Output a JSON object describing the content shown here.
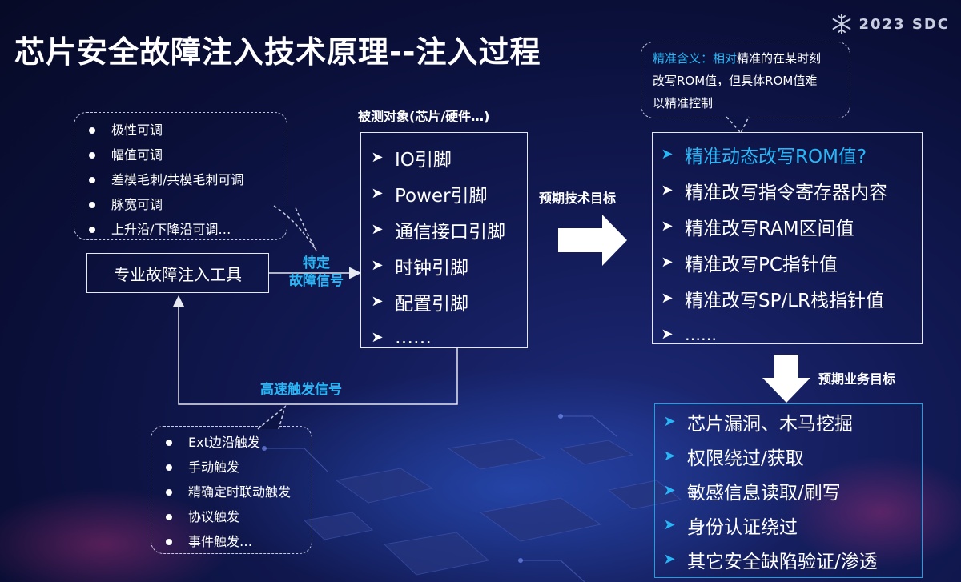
{
  "title": "芯片安全故障注入技术原理--注入过程",
  "logo_text": "2023 SDC",
  "fault_params": {
    "items": [
      "极性可调",
      "幅值可调",
      "差模毛刺/共模毛刺可调",
      "脉宽可调",
      "上升沿/下降沿可调…"
    ]
  },
  "tool_box": {
    "label": "专业故障注入工具"
  },
  "signal_label": {
    "line1": "特定",
    "line2": "故障信号"
  },
  "target": {
    "header": "被测对象(芯片/硬件…)",
    "items": [
      "IO引脚",
      "Power引脚",
      "通信接口引脚",
      "时钟引脚",
      "配置引脚",
      "……"
    ]
  },
  "tech_goal_label": "预期技术目标",
  "precision_note": {
    "highlight": "精准含义：相对",
    "line1_rest": "精准的在某时刻",
    "line2": "改写ROM值，但具体ROM值难",
    "line3": "以精准控制"
  },
  "tech_goals": {
    "items": [
      "精准动态改写ROM值?",
      "精准改写指令寄存器内容",
      "精准改写RAM区间值",
      "精准改写PC指针值",
      "精准改写SP/LR栈指针值",
      "……"
    ]
  },
  "business_goal_label": "预期业务目标",
  "business_goals": {
    "items": [
      "芯片漏洞、木马挖掘",
      "权限绕过/获取",
      "敏感信息读取/刷写",
      "身份认证绕过",
      "其它安全缺陷验证/渗透"
    ]
  },
  "trigger_label": "高速触发信号",
  "trigger_types": {
    "items": [
      "Ext边沿触发",
      "手动触发",
      "精确定时联动触发",
      "协议触发",
      "事件触发…"
    ]
  },
  "colors": {
    "accent": "#29b6f6",
    "business_border": "#1e9fe0"
  }
}
